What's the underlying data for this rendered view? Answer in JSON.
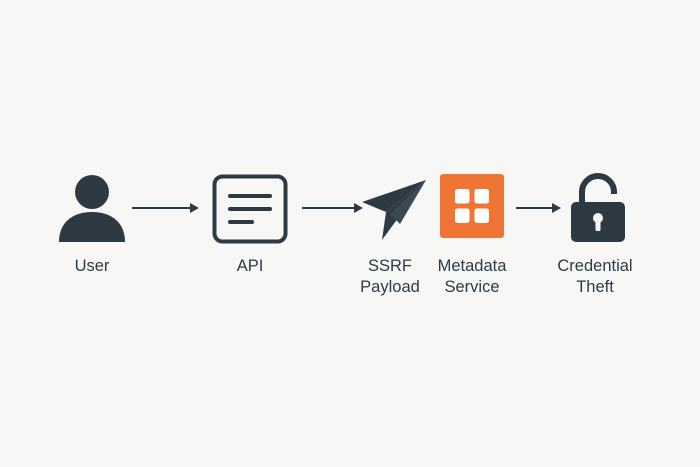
{
  "diagram": {
    "nodes": [
      {
        "id": "user",
        "icon": "user-icon",
        "label_lines": [
          "User"
        ]
      },
      {
        "id": "api",
        "icon": "api-document-icon",
        "label_lines": [
          "API"
        ]
      },
      {
        "id": "ssrf",
        "icon": "paper-plane-icon",
        "label_lines": [
          "SSRF",
          "Payload"
        ]
      },
      {
        "id": "metadata",
        "icon": "grid-tile-icon",
        "label_lines": [
          "Metadata",
          "Service"
        ]
      },
      {
        "id": "credential",
        "icon": "padlock-icon",
        "label_lines": [
          "Credential",
          "Theft"
        ]
      }
    ],
    "edges": [
      {
        "from": "user",
        "to": "api"
      },
      {
        "from": "api",
        "to": "ssrf"
      },
      {
        "from": "metadata",
        "to": "credential"
      }
    ]
  },
  "colors": {
    "background": "#f7f7f6",
    "icon_dark": "#2e3a43",
    "accent_orange": "#f07434",
    "text": "#2e3a43"
  }
}
